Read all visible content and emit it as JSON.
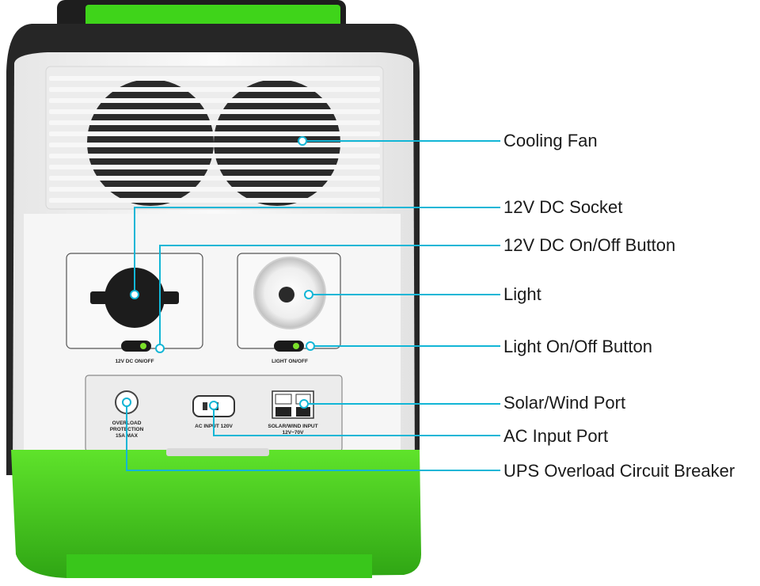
{
  "colors": {
    "accent_green": "#46d31a",
    "dark_green": "#2f9a12",
    "callout_line": "#12b6d6",
    "housing": "#f4f4f4",
    "frame": "#262626"
  },
  "panel_labels": {
    "dc_onoff": "12V DC ON/OFF",
    "light_onoff": "LIGHT ON/OFF",
    "overload_line1": "OVERLOAD",
    "overload_line2": "PROTECTION",
    "overload_line3": "15A MAX",
    "ac_input": "AC INPUT 120V",
    "solar_line1": "SOLAR/WIND INPUT",
    "solar_line2": "12V~70V"
  },
  "callouts": [
    {
      "id": "cooling-fan",
      "label": "Cooling Fan"
    },
    {
      "id": "dc-socket",
      "label": "12V DC Socket"
    },
    {
      "id": "dc-button",
      "label": "12V DC On/Off Button"
    },
    {
      "id": "light",
      "label": "Light"
    },
    {
      "id": "light-button",
      "label": "Light On/Off Button"
    },
    {
      "id": "solar-port",
      "label": "Solar/Wind Port"
    },
    {
      "id": "ac-port",
      "label": "AC Input Port"
    },
    {
      "id": "breaker",
      "label": "UPS Overload Circuit Breaker"
    }
  ]
}
